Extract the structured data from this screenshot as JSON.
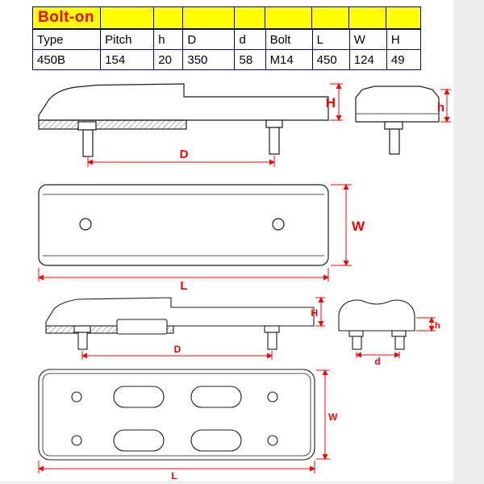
{
  "header": {
    "title": "Bolt-on"
  },
  "spec_table": {
    "columns": [
      "Type",
      "Pitch",
      "h",
      "D",
      "d",
      "Bolt",
      "L",
      "W",
      "H"
    ],
    "row": [
      "450B",
      "154",
      "20",
      "350",
      "58",
      "M14",
      "450",
      "124",
      "49"
    ]
  },
  "dims": {
    "D": "D",
    "H": "H",
    "h": "h",
    "W": "W",
    "L": "L",
    "d": "d"
  },
  "colors": {
    "accent_red": "#ff0000",
    "title_bg": "#ffff00",
    "grid_blue": "#00008b",
    "line_black": "#1c1c1c"
  }
}
